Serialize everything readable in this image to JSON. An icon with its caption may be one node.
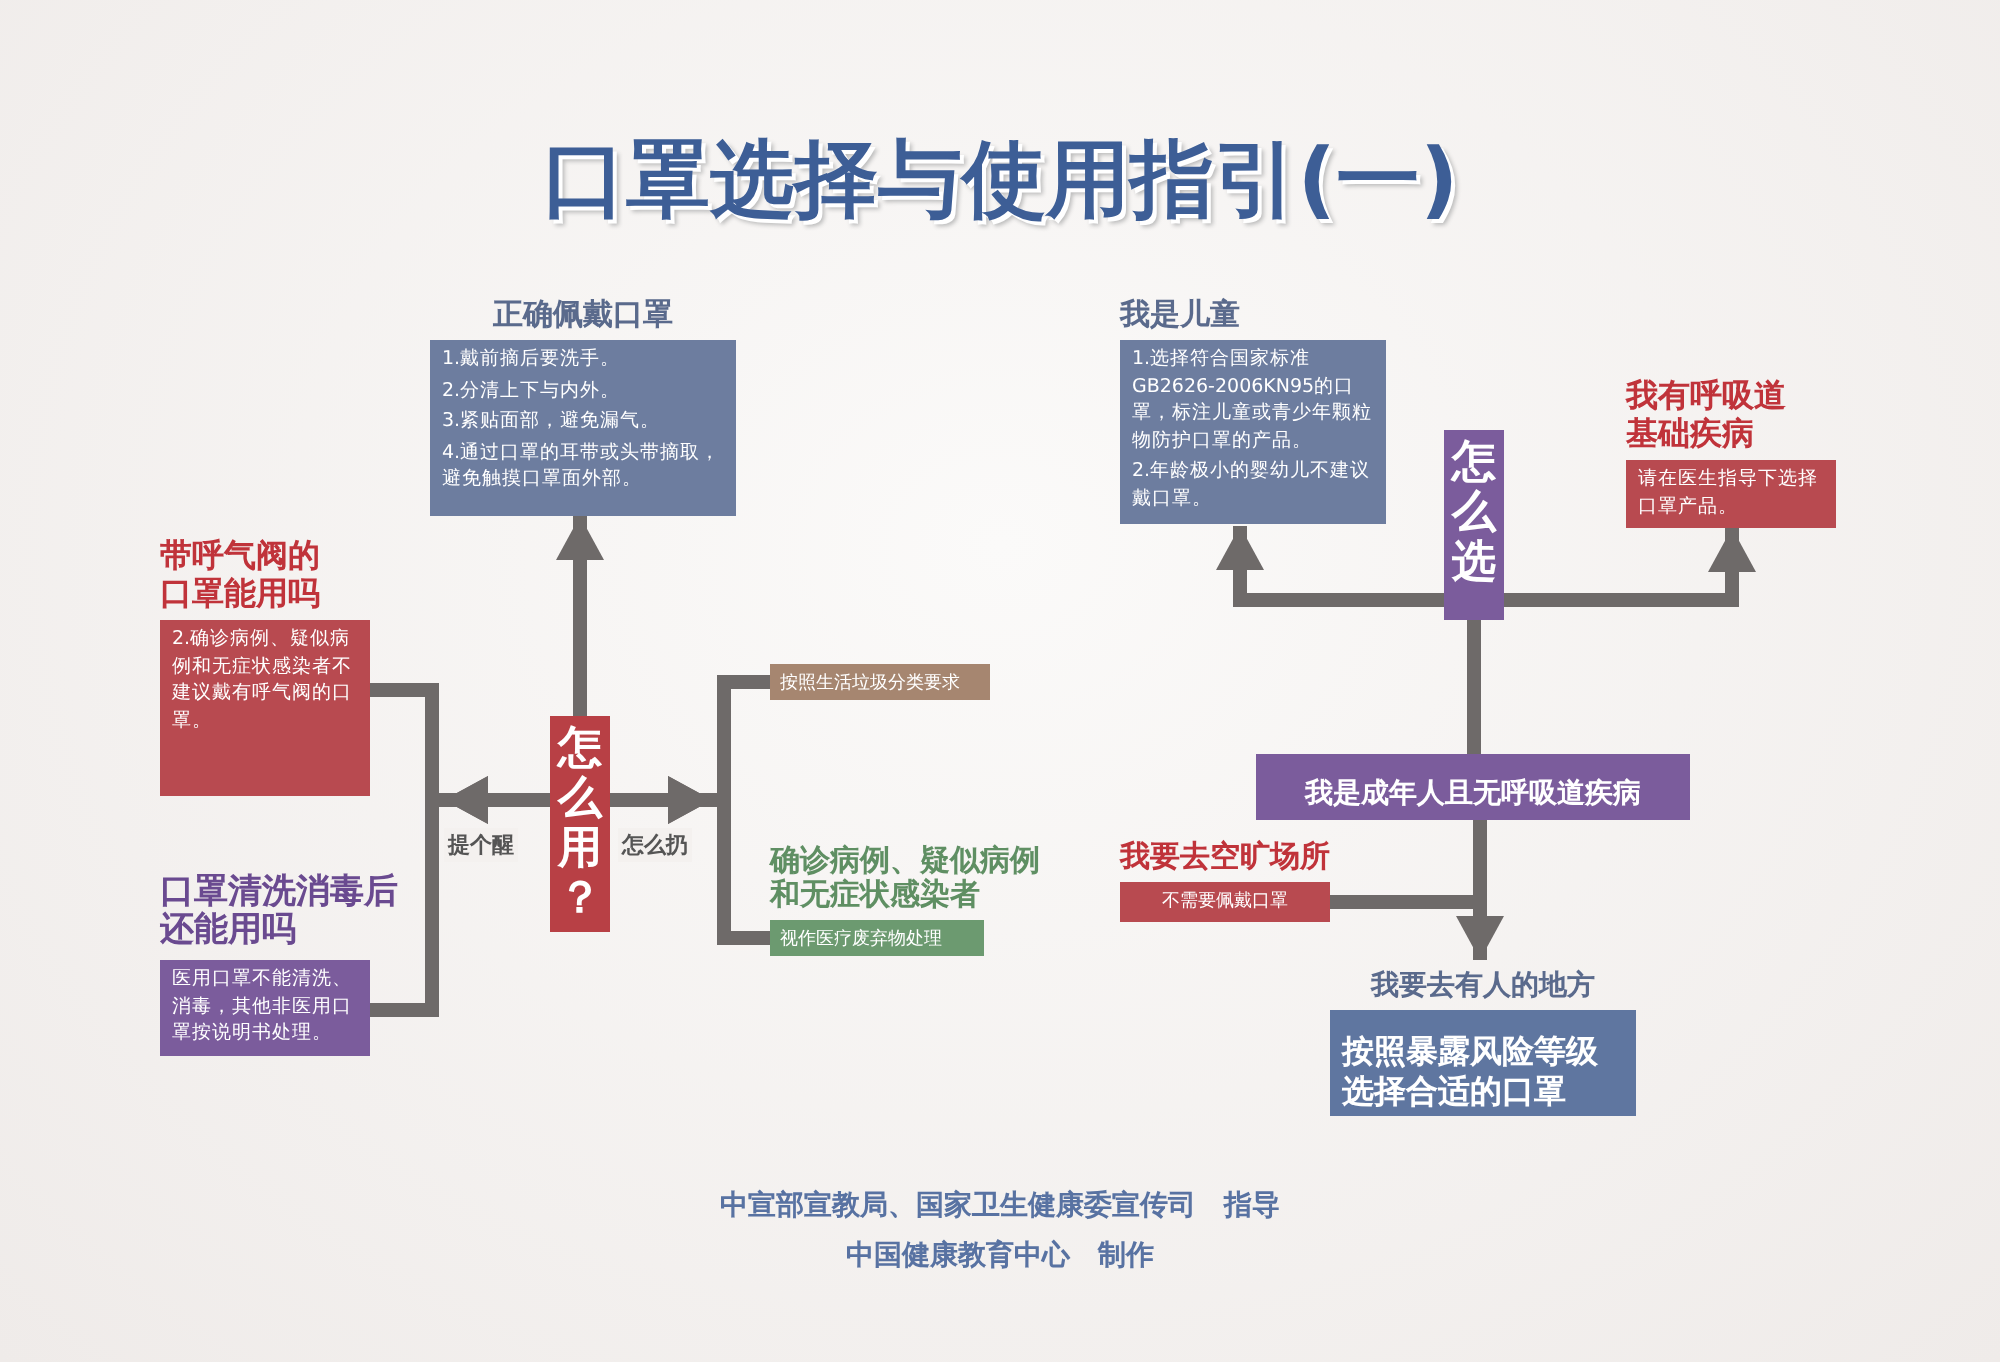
{
  "diagram": {
    "title": "口罩选择与使用指引(一)",
    "nodes": [
      {
        "text": [
          "正确佩戴口罩",
          "1.戴前摘后要洗手。",
          "2.分清上下与内外。",
          "3.紧贴面部，避免漏气。",
          "4.通过口罩的耳带或头带摘取，避免触摸口罩面外部。"
        ]
      },
      {
        "text": [
          "带呼气阀的口罩能用吗",
          "2.确诊病例、疑似病例和无症状感染者不建议戴有呼气阀的口罩。"
        ]
      },
      {
        "text": [
          "口罩清洗消毒后还能用吗",
          "医用口罩不能清洗、消毒，其他非医用口罩按说明书处理。"
        ]
      },
      {
        "text": [
          "怎么用？"
        ]
      },
      {
        "text": [
          "按照生活垃圾分类要求"
        ]
      },
      {
        "text": [
          "确诊病例、疑似病例和无症状感染者",
          "视作医疗废弃物处理"
        ]
      },
      {
        "text": [
          "我是儿童",
          "1.选择符合国家标准GB2626-2006KN95的口罩，标注儿童或青少年颗粒物防护口罩的产品。",
          "2.年龄极小的婴幼儿不建议戴口罩。"
        ]
      },
      {
        "text": [
          "怎么选"
        ]
      },
      {
        "text": [
          "我有呼吸道基础疾病",
          "请在医生指导下选择口罩产品。"
        ]
      },
      {
        "text": [
          "我是成年人且无呼吸道疾病"
        ]
      },
      {
        "text": [
          "我要去空旷场所",
          "不需要佩戴口罩"
        ]
      },
      {
        "text": [
          "我要去有人的地方",
          "按照暴露风险等级选择合适的口罩"
        ]
      }
    ],
    "edges": [
      {
        "from": 3,
        "to": 0,
        "arrow": "to"
      },
      {
        "from": 3,
        "to": 1,
        "arrow": "to",
        "label": "提个醒"
      },
      {
        "from": 3,
        "to": 2,
        "arrow": "to"
      },
      {
        "from": 3,
        "to": 4,
        "arrow": "to",
        "label": "怎么扔"
      },
      {
        "from": 3,
        "to": 5,
        "arrow": "to"
      },
      {
        "from": 7,
        "to": 6,
        "arrow": "to"
      },
      {
        "from": 7,
        "to": 8,
        "arrow": "to"
      },
      {
        "from": 7,
        "to": 9,
        "arrow": "none"
      },
      {
        "from": 9,
        "to": 10,
        "arrow": "none"
      },
      {
        "from": 9,
        "to": 11,
        "arrow": "to"
      }
    ],
    "labels": [
      "中宣部宣教局、国家卫生健康委宣传司　指导",
      "中国健康教育中心　制作"
    ]
  }
}
